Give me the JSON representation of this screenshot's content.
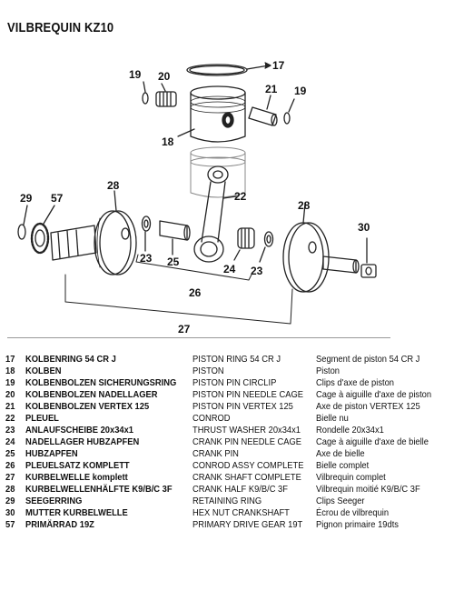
{
  "page": {
    "title": "VILBREQUIN KZ10"
  },
  "diagram": {
    "callouts": [
      "17",
      "18",
      "19",
      "19",
      "20",
      "21",
      "22",
      "23",
      "23",
      "24",
      "25",
      "26",
      "27",
      "28",
      "28",
      "29",
      "30",
      "57"
    ]
  },
  "parts": [
    {
      "num": "17",
      "de": "KOLBENRING 54 CR J",
      "en": "PISTON RING 54 CR J",
      "fr": "Segment de piston 54 CR J"
    },
    {
      "num": "18",
      "de": "KOLBEN",
      "en": "PISTON",
      "fr": "Piston"
    },
    {
      "num": "19",
      "de": "KOLBENBOLZEN SICHERUNGSRING",
      "en": "PISTON PIN CIRCLIP",
      "fr": "Clips d'axe de piston"
    },
    {
      "num": "20",
      "de": "KOLBENBOLZEN NADELLAGER",
      "en": "PISTON PIN NEEDLE CAGE",
      "fr": "Cage à aiguille d'axe de piston"
    },
    {
      "num": "21",
      "de": "KOLBENBOLZEN VERTEX 125",
      "en": "PISTON PIN VERTEX 125",
      "fr": "Axe de piston VERTEX 125"
    },
    {
      "num": "22",
      "de": "PLEUEL",
      "en": "CONROD",
      "fr": "Bielle nu"
    },
    {
      "num": "23",
      "de": "ANLAUFSCHEIBE 20x34x1",
      "en": "THRUST WASHER 20x34x1",
      "fr": "Rondelle 20x34x1"
    },
    {
      "num": "24",
      "de": "NADELLAGER HUBZAPFEN",
      "en": "CRANK PIN NEEDLE CAGE",
      "fr": "Cage à aiguille d'axe de bielle"
    },
    {
      "num": "25",
      "de": "HUBZAPFEN",
      "en": "CRANK PIN",
      "fr": "Axe de bielle"
    },
    {
      "num": "26",
      "de": "PLEUELSATZ KOMPLETT",
      "en": "CONROD ASSY COMPLETE",
      "fr": "Bielle complet"
    },
    {
      "num": "27",
      "de": "KURBELWELLE komplett",
      "en": "CRANK SHAFT COMPLETE",
      "fr": "Vilbrequin complet"
    },
    {
      "num": "28",
      "de": "KURBELWELLENHÄLFTE K9/B/C 3F",
      "en": "CRANK HALF K9/B/C 3F",
      "fr": "Vilbrequin moitié K9/B/C 3F"
    },
    {
      "num": "29",
      "de": "SEEGERRING",
      "en": "RETAINING RING",
      "fr": "Clips Seeger"
    },
    {
      "num": "30",
      "de": "MUTTER KURBELWELLE",
      "en": "HEX NUT CRANKSHAFT",
      "fr": "Écrou de vilbrequin"
    },
    {
      "num": "57",
      "de": "PRIMÄRRAD 19Z",
      "en": "PRIMARY DRIVE GEAR 19T",
      "fr": "Pignon primaire 19dts"
    }
  ]
}
